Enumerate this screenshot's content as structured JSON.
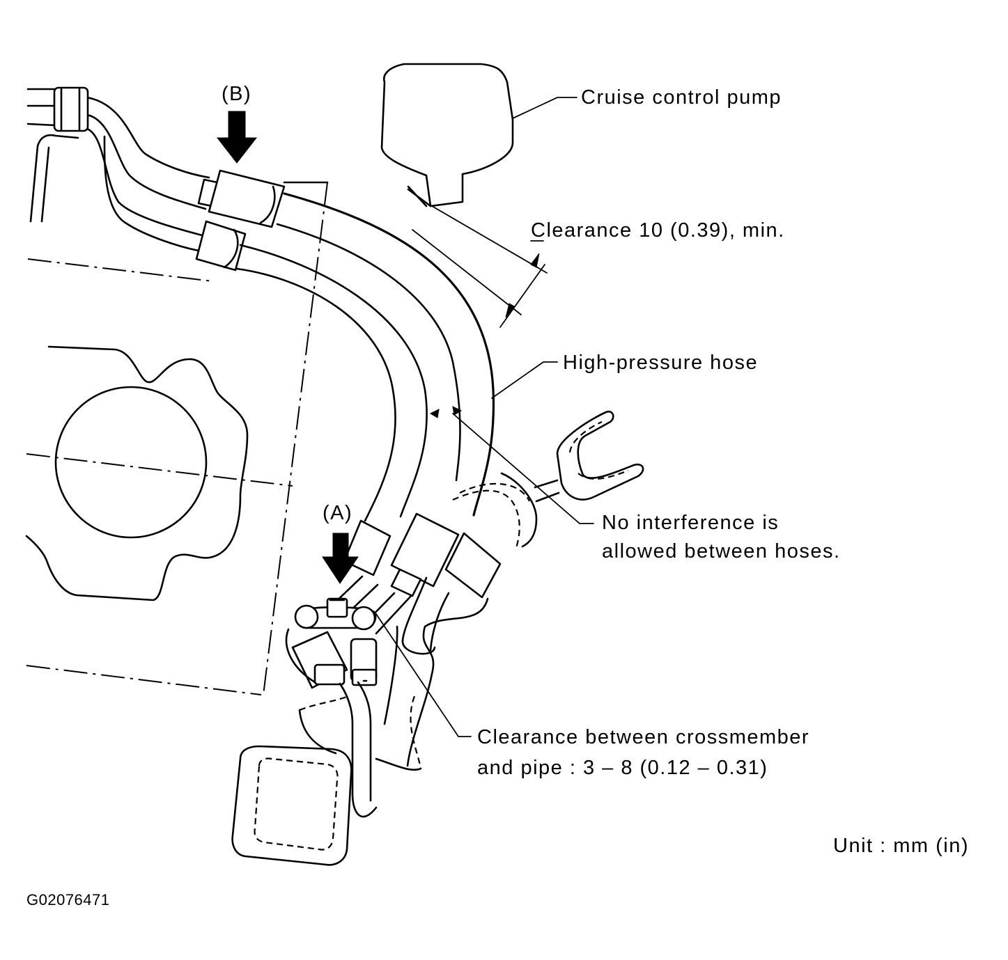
{
  "labels": {
    "marker_b": "(B)",
    "marker_a": "(A)",
    "cruise_pump": "Cruise control pump",
    "clearance_pump": "Clearance 10 (0.39), min.",
    "high_pressure_hose": "High-pressure hose",
    "no_interference_line1": "No interference is",
    "no_interference_line2": "allowed between hoses.",
    "crossmember_line1": "Clearance between crossmember",
    "crossmember_line2": "and pipe : 3 – 8 (0.12 – 0.31)",
    "unit": "Unit : mm (in)",
    "figure_id": "G02076471"
  }
}
